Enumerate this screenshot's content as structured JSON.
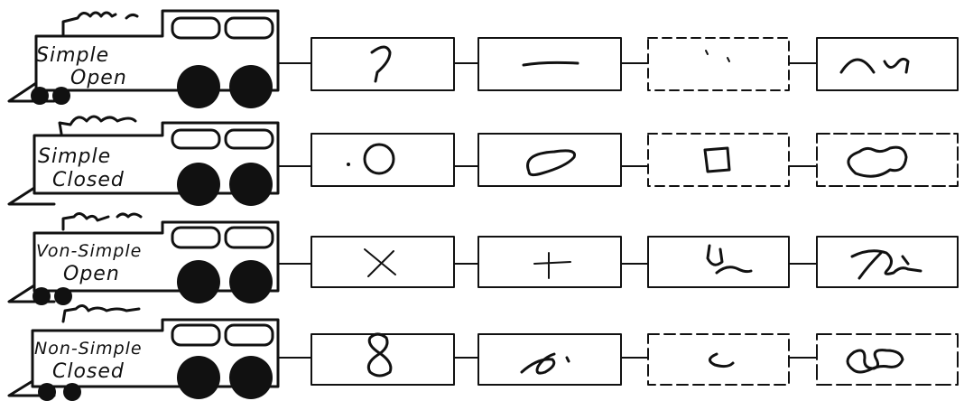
{
  "trains": [
    {
      "label_line1": "Simple",
      "label_line2": "Open",
      "cars": [
        {
          "symbol": "question-mark-icon"
        },
        {
          "symbol": "straight-line-icon"
        },
        {
          "symbol": "faint-mark-icon"
        },
        {
          "symbol": "wavy-curve-icon"
        }
      ]
    },
    {
      "label_line1": "Simple",
      "label_line2": "Closed",
      "cars": [
        {
          "symbol": "circle-icon"
        },
        {
          "symbol": "oval-icon"
        },
        {
          "symbol": "square-icon"
        },
        {
          "symbol": "closed-blob-icon"
        }
      ]
    },
    {
      "label_line1": "Von-Simple",
      "label_line2": "Open",
      "cars": [
        {
          "symbol": "x-cross-icon"
        },
        {
          "symbol": "plus-icon"
        },
        {
          "symbol": "looped-curve-icon"
        },
        {
          "symbol": "crossing-squiggle-icon"
        }
      ]
    },
    {
      "label_line1": "Non-Simple",
      "label_line2": "Closed",
      "cars": [
        {
          "symbol": "figure-eight-icon"
        },
        {
          "symbol": "fish-loop-icon"
        },
        {
          "symbol": "small-loop-icon"
        },
        {
          "symbol": "double-loop-icon"
        }
      ]
    }
  ],
  "colors": {
    "ink": "#111111",
    "paper": "#ffffff"
  }
}
